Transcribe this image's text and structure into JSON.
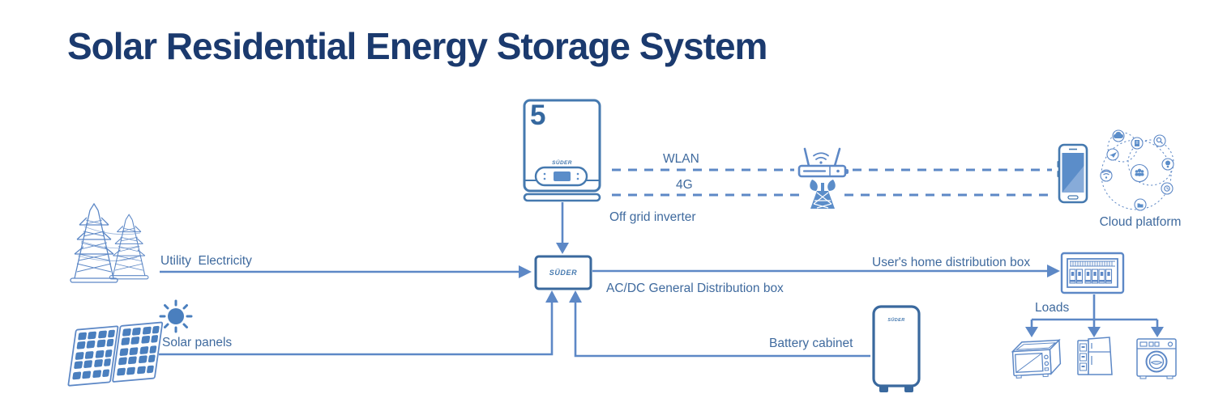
{
  "title": "Solar Residential Energy Storage System",
  "brand": "SÜDER",
  "inverter_badge": "5",
  "colors": {
    "title": "#1b3a6e",
    "line": "#5d88c6",
    "label": "#3f6a9e",
    "border": "#4579af",
    "border_dark": "#3a699e",
    "fill": "#5b8dc9",
    "fill_light": "#8fb0dc",
    "panel": "#4a7fbe"
  },
  "labels": {
    "wlan": "WLAN",
    "cellular": "4G",
    "inverter": "Off grid inverter",
    "cloud": "Cloud platform",
    "utility": "Utility  Electricity",
    "solar": "Solar panels",
    "acdc_box": "AC/DC General Distribution box",
    "home_box": "User's home distribution box",
    "battery": "Battery cabinet",
    "loads": "Loads"
  },
  "connections": [
    {
      "from": "Off grid inverter",
      "to": "AC/DC General Distribution box",
      "style": "arrow-down"
    },
    {
      "from": "Utility  Electricity",
      "to": "AC/DC General Distribution box",
      "style": "arrow-right"
    },
    {
      "from": "Solar panels",
      "to": "AC/DC General Distribution box",
      "style": "arrow-up"
    },
    {
      "from": "Battery cabinet",
      "to": "AC/DC General Distribution box",
      "style": "arrow-up"
    },
    {
      "from": "AC/DC General Distribution box",
      "to": "User's home distribution box",
      "style": "arrow-right"
    },
    {
      "from": "User's home distribution box",
      "to": "Loads",
      "style": "three-arrows-down"
    },
    {
      "from": "Off grid inverter",
      "to": "Cloud platform",
      "via": "WLAN router",
      "style": "dashed"
    },
    {
      "from": "Off grid inverter",
      "to": "Cloud platform",
      "via": "4G tower",
      "style": "dashed"
    }
  ]
}
